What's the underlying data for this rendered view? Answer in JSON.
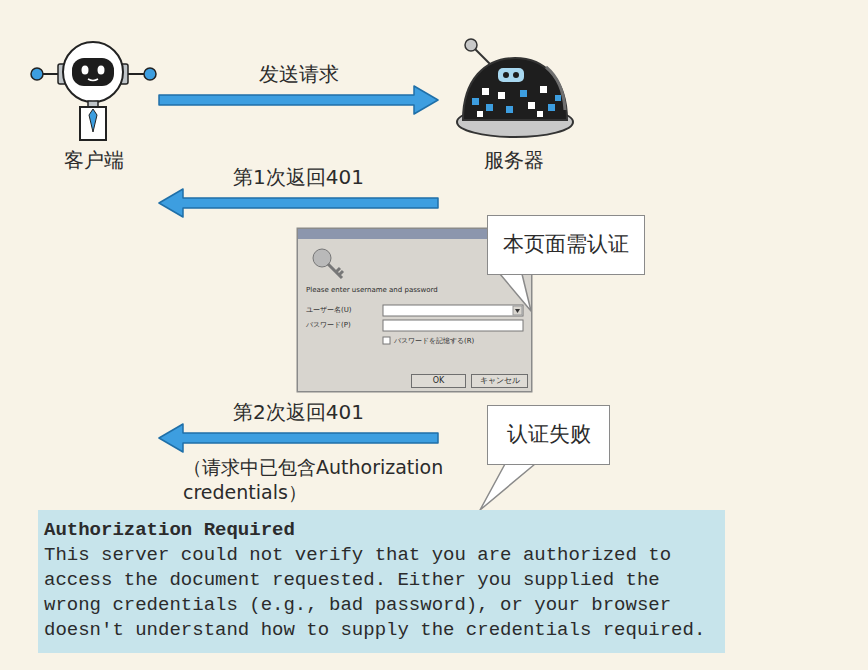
{
  "diagram": {
    "nodes": [
      {
        "text": [
          "客户端"
        ]
      },
      {
        "text": [
          "服务器"
        ]
      },
      {
        "text": [
          "本页面需认证"
        ]
      },
      {
        "text": [
          "Please enter username and password",
          "ユーザー名(U)",
          "パスワード(P)",
          "パスワードを記憶する(R)"
        ]
      },
      {
        "text": [
          "OK"
        ],
        "in": 3
      },
      {
        "text": [
          "キャンセル"
        ],
        "in": 3
      },
      {
        "text": [
          "认证失败"
        ]
      },
      {
        "text": [
          "Authorization Required",
          "This server could not verify that you are authorized to access the document requested. Either you supplied the wrong credentials (e.g., bad password), or your browser doesn't understand how to supply the credentials required."
        ]
      }
    ],
    "edges": [
      {
        "from": 0,
        "to": 1,
        "arrow": "to",
        "label": "发送请求"
      },
      {
        "from": 1,
        "to": 0,
        "arrow": "to",
        "label": "第1次返回401"
      },
      {
        "from": 1,
        "to": 0,
        "arrow": "to",
        "label": "第2次返回401"
      },
      {
        "from": 2,
        "to": 3,
        "arrow": "none"
      },
      {
        "from": 6,
        "to": 7,
        "arrow": "none"
      }
    ],
    "labels": [
      "（请求中已包含Authorization credentials）"
    ]
  }
}
